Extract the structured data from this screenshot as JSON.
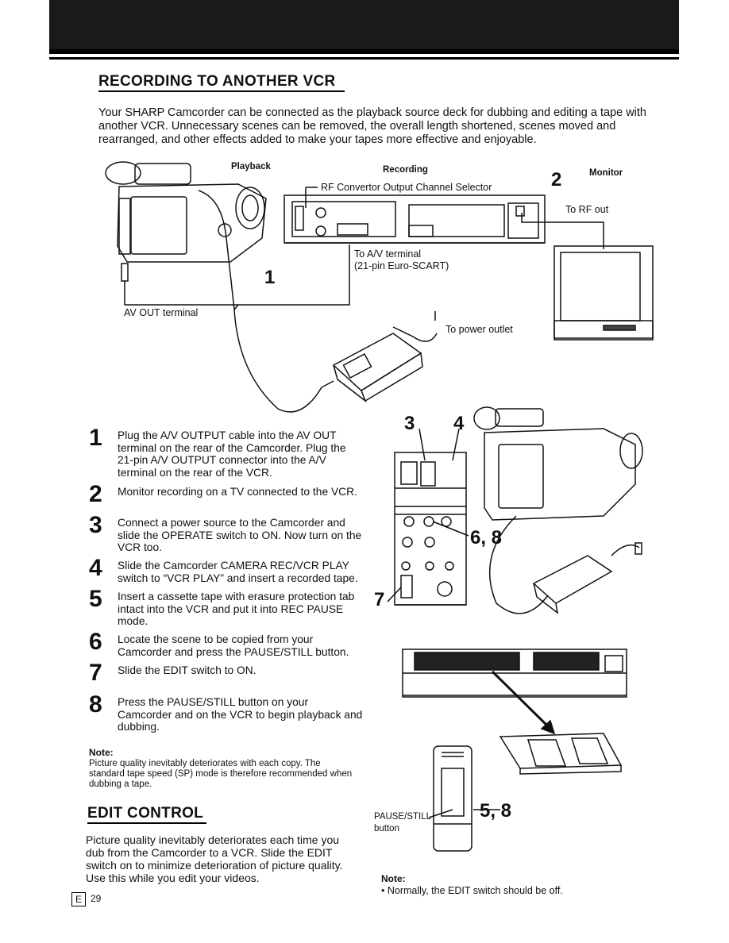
{
  "section_title": "RECORDING TO ANOTHER VCR",
  "intro": "Your SHARP Camcorder can be connected as the playback source deck for dubbing and editing a tape with another VCR. Unnecessary scenes can be removed, the overall length shortened, scenes moved and rearranged, and other effects added to make your tapes more effective and enjoyable.",
  "diagram": {
    "playback": "Playback",
    "recording": "Recording",
    "monitor": "Monitor",
    "rf_selector": "RF Convertor Output Channel Selector",
    "rf_out": "To RF out",
    "av_terminal": "To A/V terminal",
    "euro_scart": "(21-pin Euro-SCART)",
    "av_out": "AV OUT terminal",
    "power_outlet": "To power outlet",
    "callout_1": "1",
    "callout_2": "2",
    "callout_3": "3",
    "callout_4": "4",
    "callout_68": "6, 8",
    "callout_7": "7",
    "callout_58": "5, 8",
    "pause_still": "PAUSE/STILL",
    "button": "button"
  },
  "steps": [
    {
      "num": "1",
      "text": "Plug the A/V OUTPUT cable into the AV OUT terminal on the rear of the Camcorder. Plug the 21-pin A/V OUTPUT connector into the A/V terminal on the rear of the VCR."
    },
    {
      "num": "2",
      "text": "Monitor recording on a TV connected to the VCR."
    },
    {
      "num": "3",
      "text": "Connect a power source to the Camcorder and slide the OPERATE switch to ON. Now turn on the VCR too."
    },
    {
      "num": "4",
      "text": "Slide the Camcorder CAMERA REC/VCR PLAY switch to “VCR PLAY” and insert a recorded tape."
    },
    {
      "num": "5",
      "text": "Insert a cassette tape with erasure protection tab intact into the VCR and put it into REC PAUSE mode."
    },
    {
      "num": "6",
      "text": "Locate the scene to be copied from your Camcorder and press the PAUSE/STILL button."
    },
    {
      "num": "7",
      "text": "Slide the EDIT switch to ON."
    },
    {
      "num": "8",
      "text": "Press the PAUSE/STILL button on your Camcorder and on the VCR to begin playback and dubbing."
    }
  ],
  "note1": {
    "heading": "Note:",
    "text": "Picture quality inevitably deteriorates with each copy. The standard tape speed (SP) mode is therefore recommended when dubbing a tape."
  },
  "edit_control": {
    "heading": "EDIT CONTROL",
    "text": "Picture quality inevitably deteriorates each time you dub from the Camcorder to a VCR. Slide the EDIT switch on to minimize deterioration of picture quality. Use this while you edit your videos."
  },
  "note2": {
    "heading": "Note:",
    "text": "• Normally, the EDIT switch should be off."
  },
  "page": {
    "letter": "E",
    "number": "29"
  }
}
